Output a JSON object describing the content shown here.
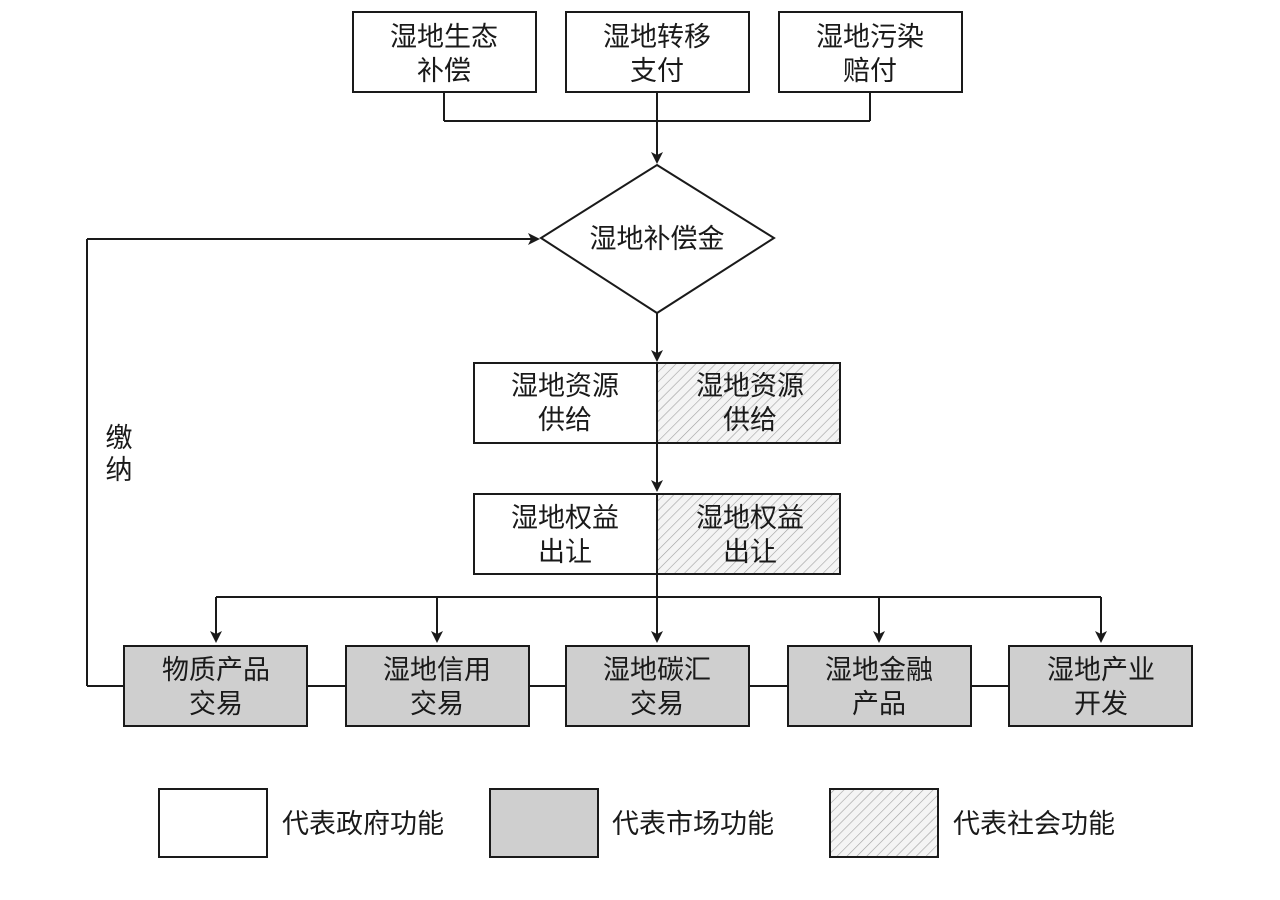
{
  "top_boxes": [
    {
      "line1": "湿地生态",
      "line2": "补偿"
    },
    {
      "line1": "湿地转移",
      "line2": "支付"
    },
    {
      "line1": "湿地污染",
      "line2": "赔付"
    }
  ],
  "diamond": {
    "label": "湿地补偿金"
  },
  "supply": {
    "left": {
      "line1": "湿地资源",
      "line2": "供给"
    },
    "right": {
      "line1": "湿地资源",
      "line2": "供给"
    }
  },
  "transfer": {
    "left": {
      "line1": "湿地权益",
      "line2": "出让"
    },
    "right": {
      "line1": "湿地权益",
      "line2": "出让"
    }
  },
  "bottom_boxes": [
    {
      "line1": "物质产品",
      "line2": "交易"
    },
    {
      "line1": "湿地信用",
      "line2": "交易"
    },
    {
      "line1": "湿地碳汇",
      "line2": "交易"
    },
    {
      "line1": "湿地金融",
      "line2": "产品"
    },
    {
      "line1": "湿地产业",
      "line2": "开发"
    }
  ],
  "feedback": {
    "line1": "缴",
    "line2": "纳"
  },
  "legend": [
    {
      "label": "代表政府功能",
      "style": "white"
    },
    {
      "label": "代表市场功能",
      "style": "grey"
    },
    {
      "label": "代表社会功能",
      "style": "hatched"
    }
  ],
  "colors": {
    "stroke": "#1a1a1a",
    "market_fill": "#cfcfcf",
    "hatch": "#9a9a9a"
  }
}
